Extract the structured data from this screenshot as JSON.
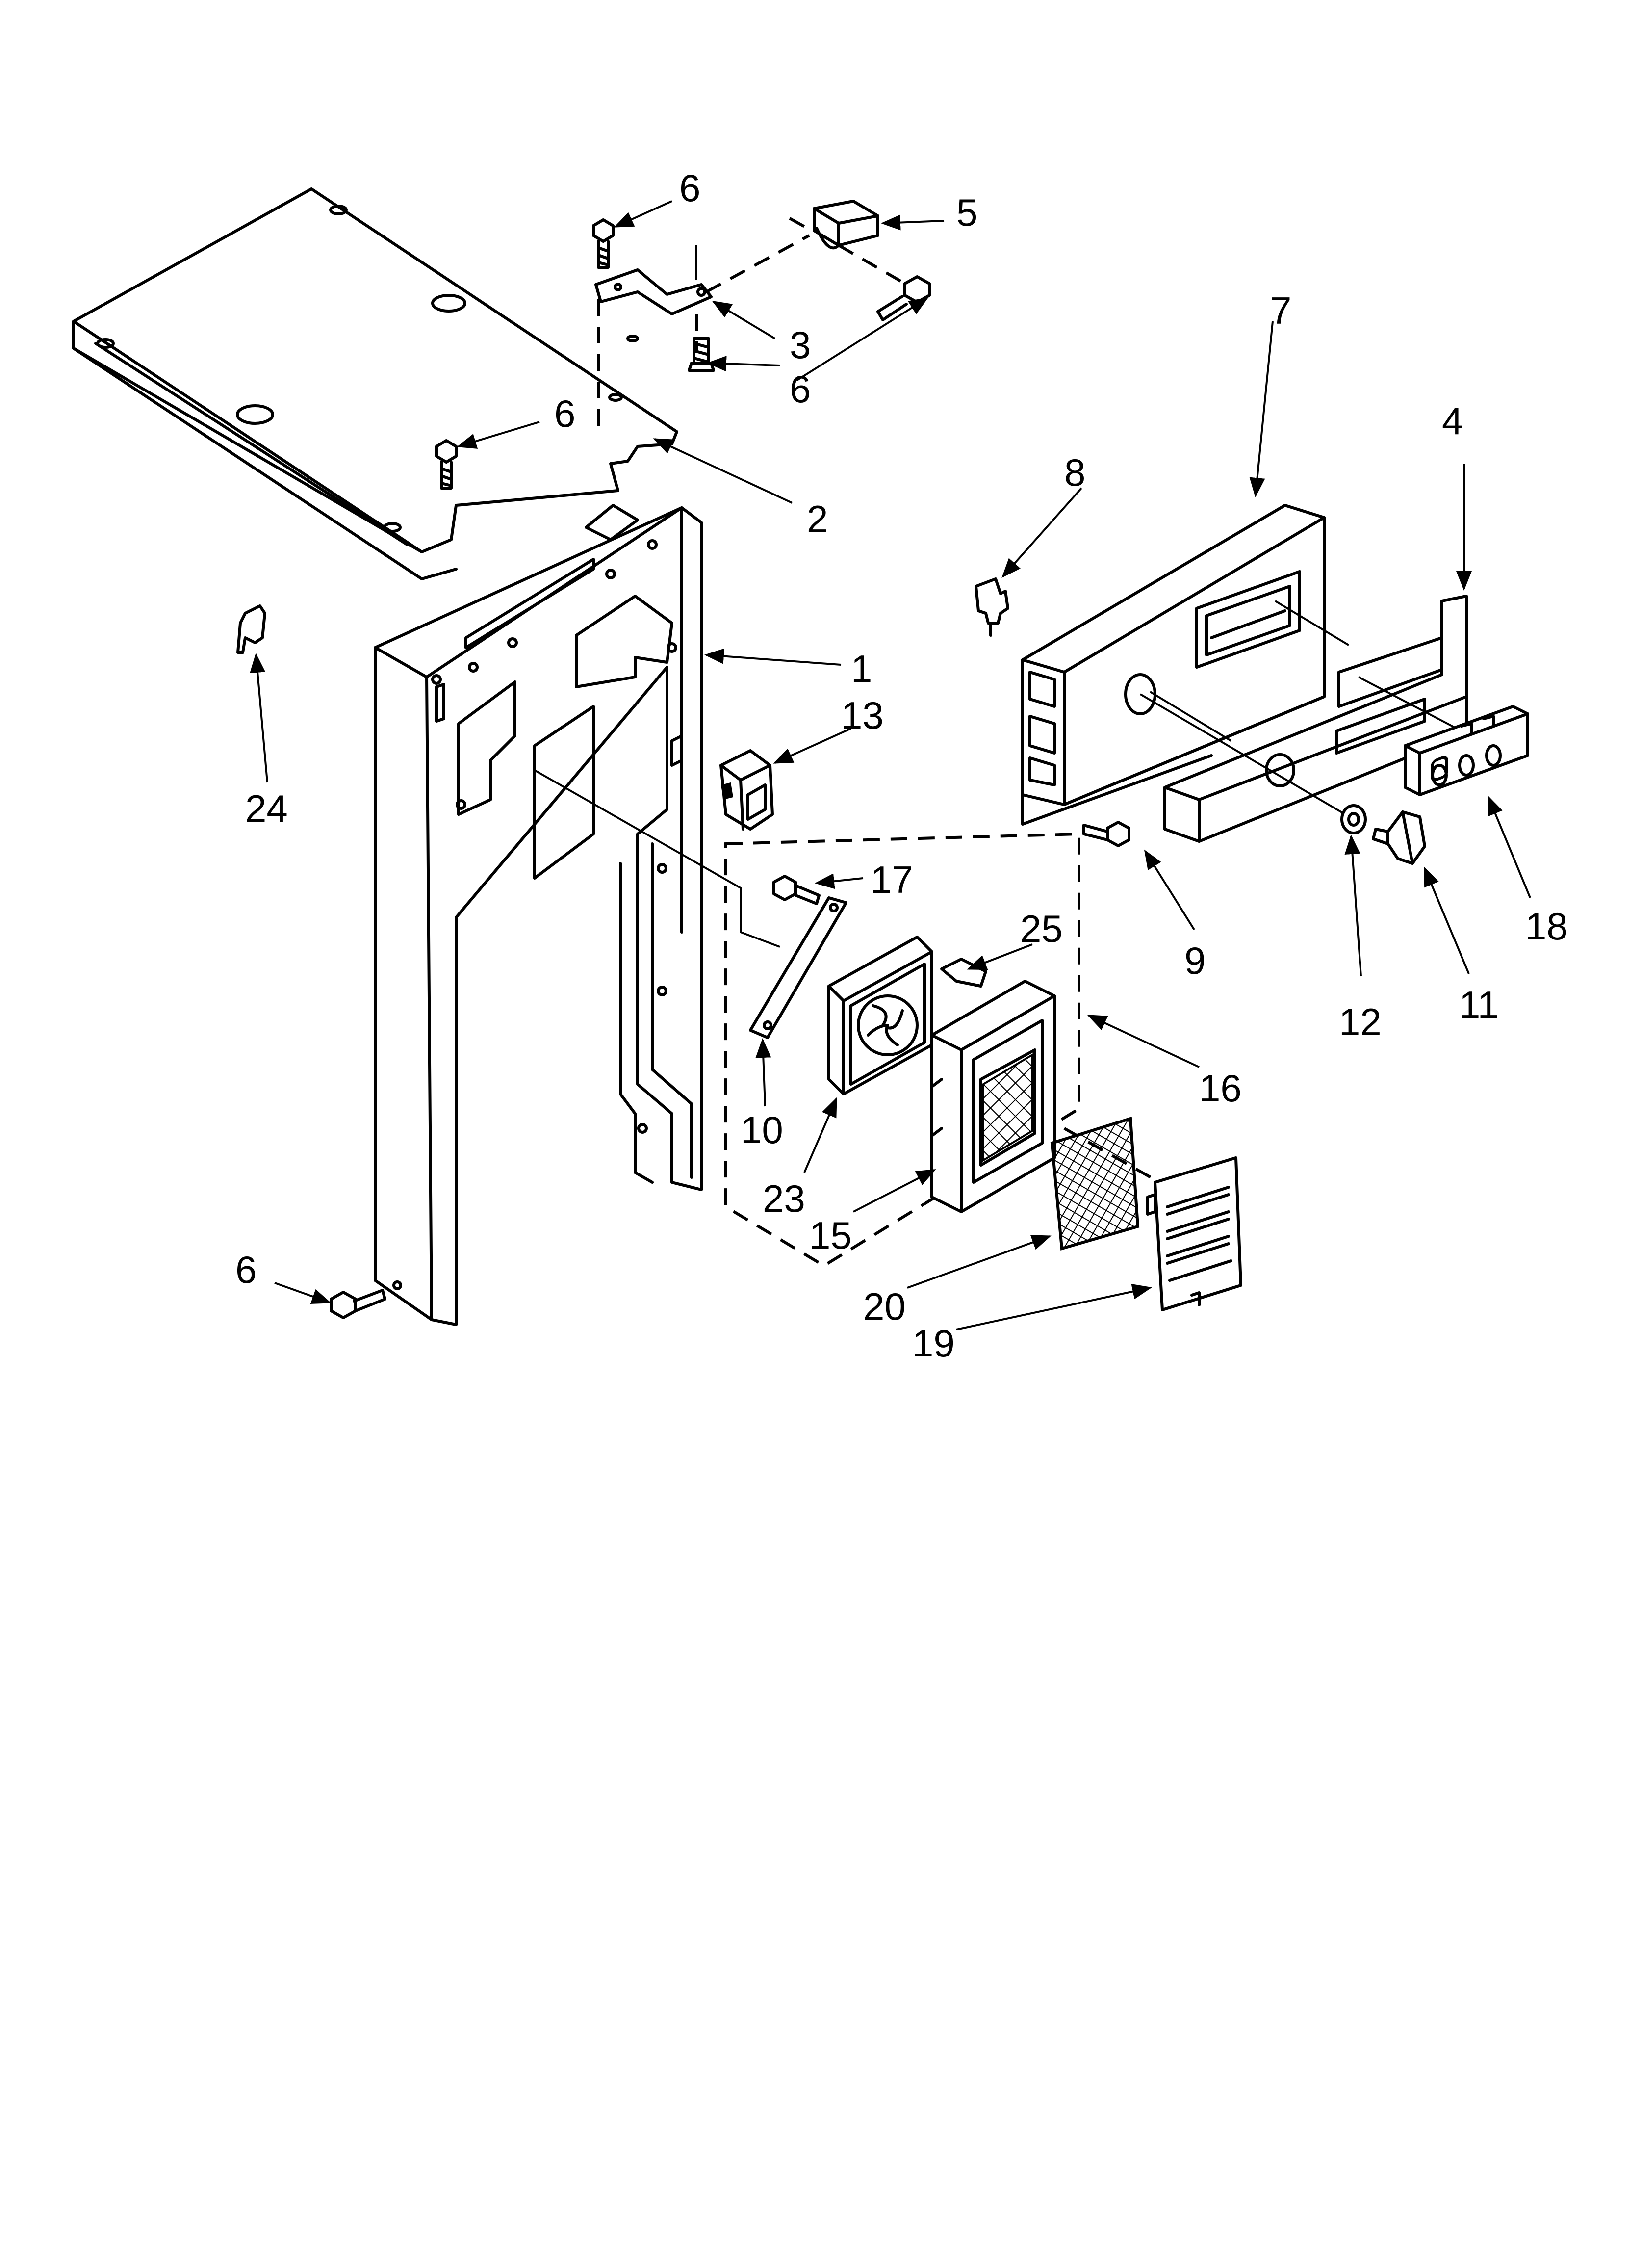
{
  "callouts": [
    {
      "id": "c1",
      "text": "1"
    },
    {
      "id": "c2",
      "text": "2"
    },
    {
      "id": "c3",
      "text": "3"
    },
    {
      "id": "c4",
      "text": "4"
    },
    {
      "id": "c5",
      "text": "5"
    },
    {
      "id": "c6a",
      "text": "6"
    },
    {
      "id": "c6b",
      "text": "6"
    },
    {
      "id": "c6c",
      "text": "6"
    },
    {
      "id": "c6d",
      "text": "6"
    },
    {
      "id": "c7",
      "text": "7"
    },
    {
      "id": "c8",
      "text": "8"
    },
    {
      "id": "c9",
      "text": "9"
    },
    {
      "id": "c10",
      "text": "10"
    },
    {
      "id": "c11",
      "text": "11"
    },
    {
      "id": "c12",
      "text": "12"
    },
    {
      "id": "c13",
      "text": "13"
    },
    {
      "id": "c15",
      "text": "15"
    },
    {
      "id": "c16",
      "text": "16"
    },
    {
      "id": "c17",
      "text": "17"
    },
    {
      "id": "c18",
      "text": "18"
    },
    {
      "id": "c19",
      "text": "19"
    },
    {
      "id": "c20",
      "text": "20"
    },
    {
      "id": "c23",
      "text": "23"
    },
    {
      "id": "c24",
      "text": "24"
    },
    {
      "id": "c25",
      "text": "25"
    }
  ]
}
